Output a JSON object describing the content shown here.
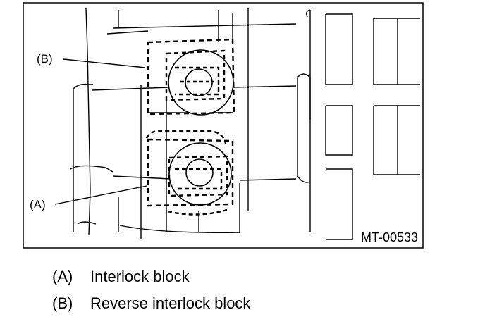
{
  "figure": {
    "figure_id": "MT-00533",
    "callouts": {
      "a": "(A)",
      "b": "(B)"
    }
  },
  "legend": [
    {
      "key": "(A)",
      "text": "Interlock block"
    },
    {
      "key": "(B)",
      "text": "Reverse interlock block"
    }
  ]
}
